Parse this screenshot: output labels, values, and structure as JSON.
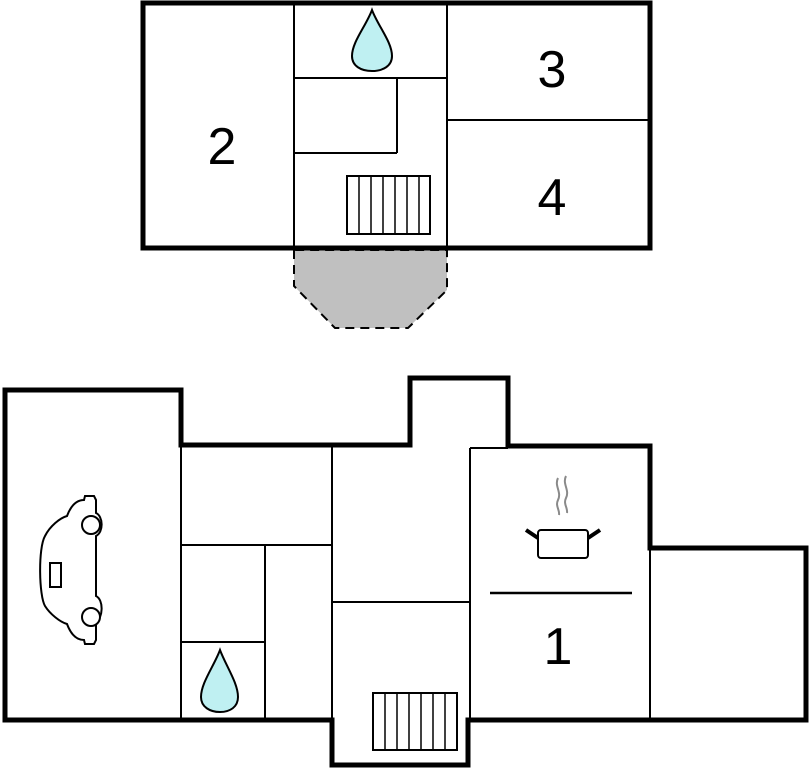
{
  "upper_floor": {
    "room_labels": [
      "2",
      "3",
      "4"
    ],
    "balcony_color": "#c0c0c0"
  },
  "lower_floor": {
    "room_labels": [
      "1"
    ]
  },
  "icons": [
    "water-drop-icon",
    "stairs-icon",
    "car-icon",
    "cooking-pot-icon"
  ],
  "colors": {
    "water": "#bff0f2",
    "steam": "#8a8a8a"
  }
}
